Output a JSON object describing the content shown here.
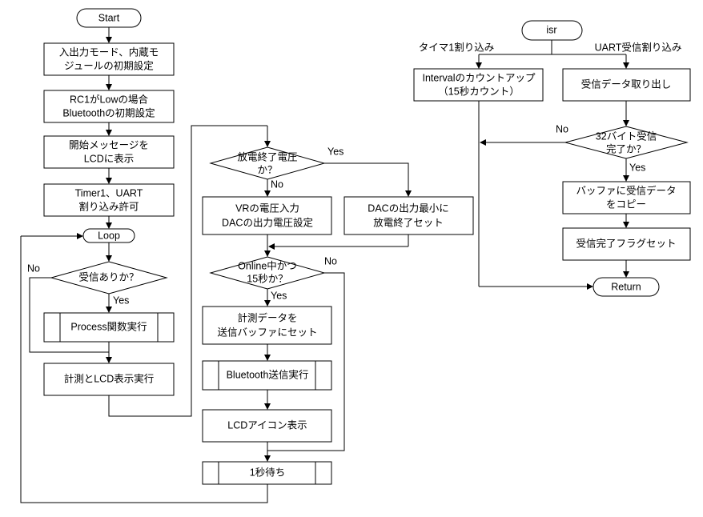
{
  "main": {
    "start": "Start",
    "init_io": [
      "入出力モード、内蔵モ",
      "ジュールの初期設定"
    ],
    "init_bt": [
      "RC1がLowの場合",
      "Bluetoothの初期設定"
    ],
    "start_msg": [
      "開始メッセージを",
      "LCDに表示"
    ],
    "enable_int": [
      "Timer1、UART",
      "割り込み許可"
    ],
    "loop": "Loop",
    "recv_q": "受信ありか？",
    "yes": "Yes",
    "no": "No",
    "process": "Process関数実行",
    "measure": "計測とLCD表示実行"
  },
  "middle": {
    "discharge_q": [
      "放電終了電圧",
      "か？"
    ],
    "yes": "Yes",
    "no": "No",
    "vr_input": [
      "VRの電圧入力",
      "DACの出力電圧設定"
    ],
    "dac_min": [
      "DACの出力最小に",
      "放電終了セット"
    ],
    "online_q": [
      "Online中かつ",
      "15秒か？"
    ],
    "yes2": "Yes",
    "no2": "No",
    "set_buffer": [
      "計測データを",
      "送信バッファにセット"
    ],
    "bt_send": "Bluetooth送信実行",
    "lcd_icon": "LCDアイコン表示",
    "wait": "1秒待ち"
  },
  "isr": {
    "title": "isr",
    "timer_label": "タイマ1割り込み",
    "uart_label": "UART受信割り込み",
    "interval": [
      "Intervalのカウントアップ",
      "（15秒カウント）"
    ],
    "fetch": "受信データ取り出し",
    "complete_q": [
      "32バイト受信",
      "完了か？"
    ],
    "no": "No",
    "yes": "Yes",
    "copy": [
      "バッファに受信データ",
      "をコピー"
    ],
    "flag": "受信完了フラグセット",
    "ret": "Return"
  }
}
